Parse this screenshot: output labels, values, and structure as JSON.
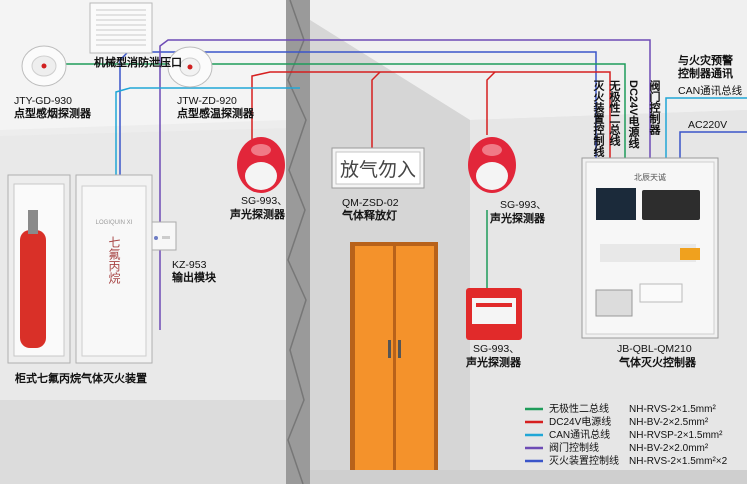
{
  "devices": {
    "smoke_detector": {
      "model": "JTY-GD-930",
      "name": "点型感烟探测器"
    },
    "heat_detector": {
      "model": "JTW-ZD-920",
      "name": "点型感温探测器"
    },
    "pressure_vent": {
      "name": "机械型消防泄压口"
    },
    "alarm_left": {
      "model": "SG-993、",
      "name": "声光探测器"
    },
    "alarm_mid": {
      "model": "SG-993、",
      "name": "声光探测器"
    },
    "alarm_low": {
      "model": "SG-993、",
      "name": "声光探测器"
    },
    "output_module": {
      "model": "KZ-953",
      "name": "输出模块"
    },
    "release_lamp": {
      "model": "QM-ZSD-02",
      "name": "气体释放灯",
      "sign_text": "放气勿入"
    },
    "controller": {
      "model": "JB-QBL-QM210",
      "name": "气体灭火控制器",
      "brand": "北辰天诚"
    },
    "cabinet": {
      "name": "柜式七氟丙烷气体灭火装置",
      "door_text": "七氟丙烷",
      "badge_text": "LOGIQUIN XI"
    }
  },
  "cable_labels": {
    "fire_release": "灭火装置控制线",
    "nonpolar_bus": "无极性二总线",
    "dc24v": "DC24V电源线",
    "valve": "阀门控制器",
    "prewarn": "与火灾预警控制器通讯",
    "can": "CAN通讯总线",
    "ac220": "AC220V"
  },
  "legend": [
    {
      "label": "无极性二总线",
      "spec": "NH-RVS-2×1.5mm²",
      "color": "#1e9c5a"
    },
    {
      "label": "DC24V电源线",
      "spec": "NH-BV-2×2.5mm²",
      "color": "#d61f1f"
    },
    {
      "label": "CAN通讯总线",
      "spec": "NH-RVSP-2×1.5mm²",
      "color": "#20a6d6"
    },
    {
      "label": "阀门控制线",
      "spec": "NH-BV-2×2.0mm²",
      "color": "#6d4bb5"
    },
    {
      "label": "灭火装置控制线",
      "spec": "NH-RVS-2×1.5mm²×2",
      "color": "#3a55c9"
    }
  ],
  "colors": {
    "bus": "#1e9c5a",
    "power": "#d61f1f",
    "can": "#20a6d6",
    "valve": "#6d4bb5",
    "release": "#3a55c9"
  }
}
